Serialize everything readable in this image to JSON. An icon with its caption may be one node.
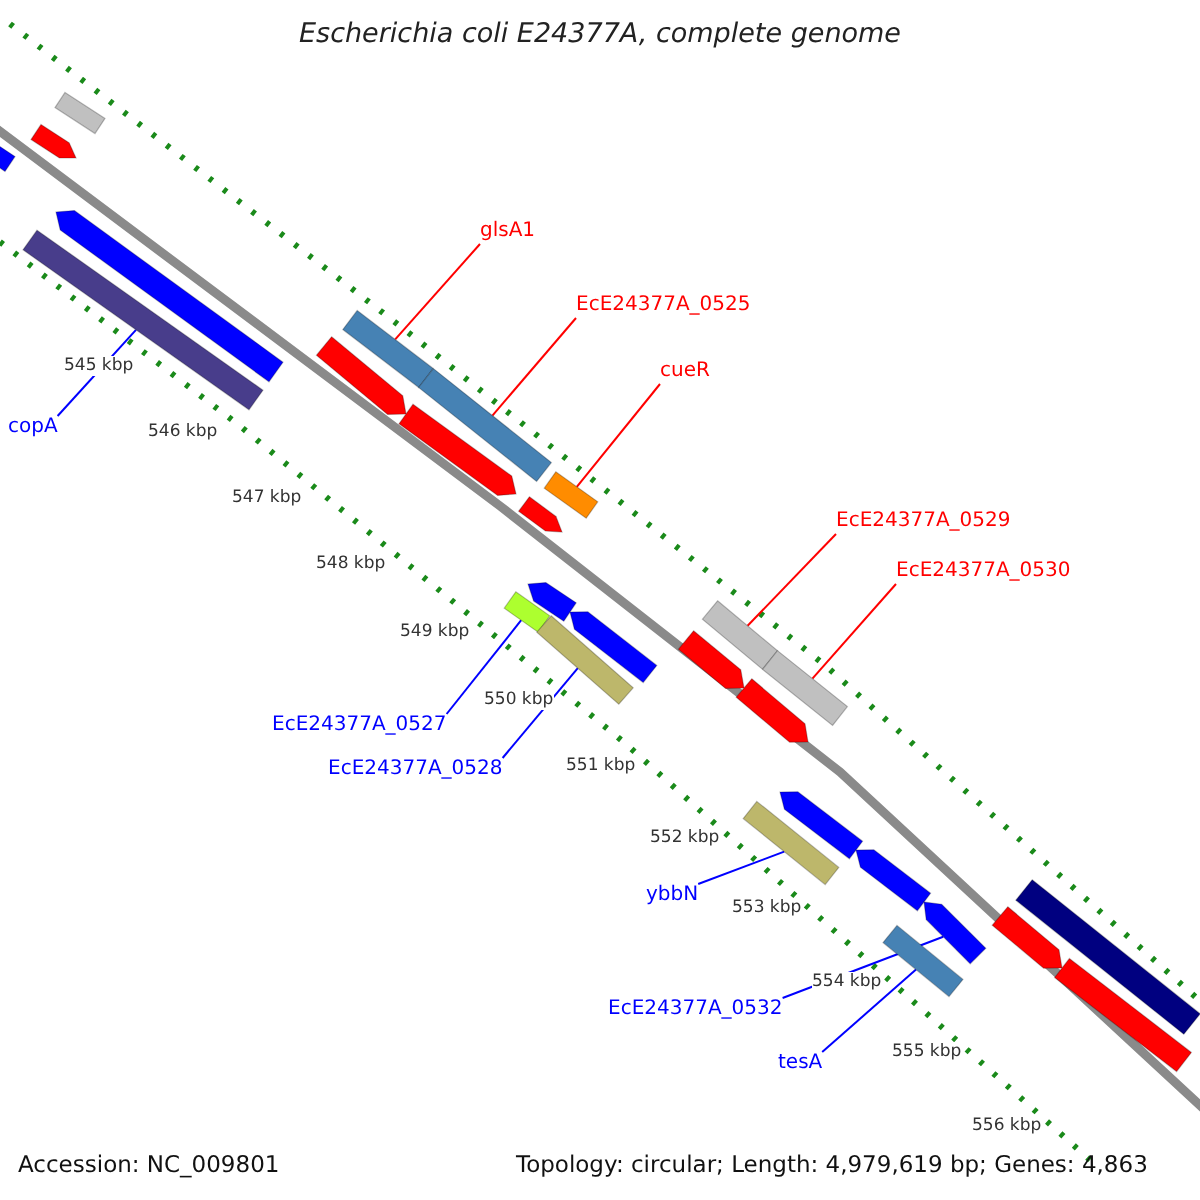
{
  "diagram": {
    "title": "Escherichia coli E24377A, complete genome",
    "nodes": [
      {
        "text": [
          "glsA1"
        ]
      },
      {
        "text": [
          "EcE24377A_0525"
        ]
      },
      {
        "text": [
          "cueR"
        ]
      },
      {
        "text": [
          "EcE24377A_0529"
        ]
      },
      {
        "text": [
          "EcE24377A_0530"
        ]
      },
      {
        "text": [
          "copA"
        ]
      },
      {
        "text": [
          "EcE24377A_0527"
        ]
      },
      {
        "text": [
          "EcE24377A_0528"
        ]
      },
      {
        "text": [
          "ybbN"
        ]
      },
      {
        "text": [
          "EcE24377A_0532"
        ]
      },
      {
        "text": [
          "tesA"
        ]
      },
      {
        "text": [],
        "shape": "bar"
      },
      {
        "text": [],
        "shape": "bar"
      },
      {
        "text": [],
        "shape": "bar"
      },
      {
        "text": [],
        "shape": "bar"
      },
      {
        "text": [],
        "shape": "bar"
      },
      {
        "text": [],
        "shape": "bar"
      },
      {
        "text": [],
        "shape": "bar"
      },
      {
        "text": [],
        "shape": "bar"
      },
      {
        "text": [],
        "shape": "bar"
      },
      {
        "text": [],
        "shape": "bar"
      },
      {
        "text": [],
        "shape": "bar"
      },
      {
        "text": [],
        "shape": "bar"
      },
      {
        "text": [],
        "shape": "bar"
      },
      {
        "text": [],
        "shape": "bar"
      },
      {
        "text": [],
        "shape": "bar"
      },
      {
        "text": [],
        "shape": "bar"
      },
      {
        "text": [],
        "shape": "bar"
      },
      {
        "text": [],
        "shape": "bar"
      },
      {
        "text": [],
        "shape": "bar"
      },
      {
        "text": [],
        "shape": "bar"
      },
      {
        "text": [],
        "shape": "bar"
      },
      {
        "text": [],
        "shape": "bar"
      },
      {
        "text": [],
        "shape": "bar"
      },
      {
        "text": [],
        "shape": "bar"
      },
      {
        "text": [],
        "shape": "bar"
      },
      {
        "text": [],
        "shape": "bar"
      },
      {
        "text": [],
        "shape": "bar"
      }
    ],
    "edges": [
      {
        "from": 0,
        "to": 16,
        "arrow": "none",
        "color": "#ff0000"
      },
      {
        "from": 1,
        "to": 17,
        "arrow": "none",
        "color": "#ff0000"
      },
      {
        "from": 2,
        "to": 20,
        "arrow": "none",
        "color": "#ff0000"
      },
      {
        "from": 3,
        "to": 22,
        "arrow": "none",
        "color": "#ff0000"
      },
      {
        "from": 4,
        "to": 23,
        "arrow": "none",
        "color": "#ff0000"
      },
      {
        "from": 5,
        "to": 15,
        "arrow": "none"
      },
      {
        "from": 6,
        "to": 28,
        "arrow": "none"
      },
      {
        "from": 7,
        "to": 29,
        "arrow": "none"
      },
      {
        "from": 8,
        "to": 33,
        "arrow": "none"
      },
      {
        "from": 9,
        "to": 32,
        "arrow": "none"
      },
      {
        "from": 10,
        "to": 34,
        "arrow": "none"
      }
    ],
    "labels": [
      "545 kbp",
      "546 kbp",
      "547 kbp",
      "548 kbp",
      "549 kbp",
      "550 kbp",
      "551 kbp",
      "552 kbp",
      "553 kbp",
      "554 kbp",
      "555 kbp",
      "556 kbp",
      "Accession: NC_009801",
      "Topology: circular; Length: 4,979,619 bp; Genes: 4,863"
    ]
  }
}
